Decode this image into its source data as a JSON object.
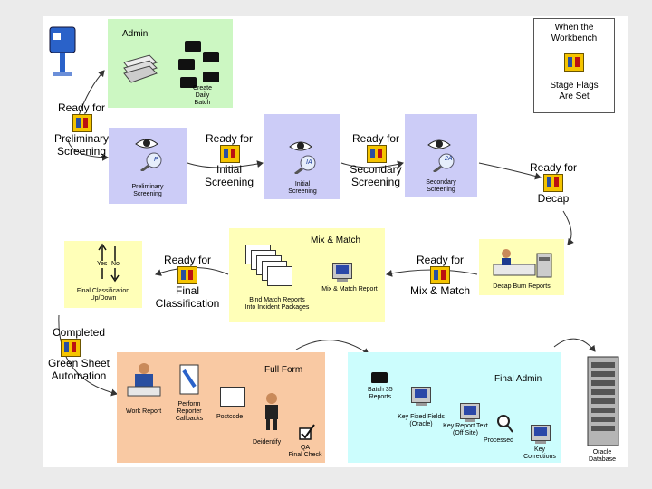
{
  "legend": {
    "line1": "When the",
    "line2": "Workbench",
    "line3": "Stage Flags",
    "line4": "Are Set"
  },
  "admin": {
    "title": "Admin",
    "caption1": "Create",
    "caption2": "Daily",
    "caption3": "Batch"
  },
  "labels": {
    "ready_prelim": {
      "l1": "Ready for",
      "l2": "Preliminary",
      "l3": "Screening"
    },
    "ready_initial": {
      "l1": "Ready for",
      "l2": "Initial",
      "l3": "Screening"
    },
    "ready_secondary": {
      "l1": "Ready for",
      "l2": "Secondary",
      "l3": "Screening"
    },
    "ready_decap": {
      "l1": "Ready for",
      "l2": "Decap"
    },
    "ready_mix": {
      "l1": "Ready for",
      "l2": "Mix & Match"
    },
    "ready_final_class": {
      "l1": "Ready for",
      "l2": "Final",
      "l3": "Classification"
    },
    "completed": {
      "l1": "Completed",
      "l2": "Green Sheet",
      "l3": "Automation"
    }
  },
  "boxes": {
    "prelim": {
      "l1": "Preliminary",
      "l2": "Screening",
      "badge": "P"
    },
    "initial": {
      "l1": "Initial",
      "l2": "Screening",
      "badge": "IA"
    },
    "secondary": {
      "l1": "Secondary",
      "l2": "Screening",
      "badge": "2A"
    },
    "decap": {
      "caption": "Decap Burn Reports"
    },
    "mixmatch": {
      "title": "Mix & Match",
      "left1": "Bind Match Reports",
      "left2": "Into Incident Packages",
      "right": "Mix & Match Report"
    },
    "finalclass": {
      "yes": "Yes",
      "no": "No",
      "l1": "Final Classification",
      "l2": "Up/Down"
    },
    "fullform": {
      "title": "Full Form",
      "work": "Work Report",
      "callback1": "Perform",
      "callback2": "Reporter",
      "callback3": "Callbacks",
      "postcode": "Postcode",
      "deid": "Deidentify",
      "qa1": "QA",
      "qa2": "Final Check"
    },
    "finaladmin": {
      "title": "Final Admin",
      "batch1": "Batch 35",
      "batch2": "Reports",
      "fixed1": "Key Fixed Fields",
      "fixed2": "(Oracle)",
      "text1": "Key Report Text",
      "text2": "(Off Site)",
      "processed": "Processed",
      "corr1": "Key",
      "corr2": "Corrections"
    },
    "oracle": {
      "l1": "Oracle",
      "l2": "Database"
    }
  },
  "colors": {
    "green": "#ccf7c2",
    "lavender": "#ccccf7",
    "yellow": "#ffffb8",
    "peach": "#f9c9a3",
    "cyan": "#ccfdfd"
  }
}
